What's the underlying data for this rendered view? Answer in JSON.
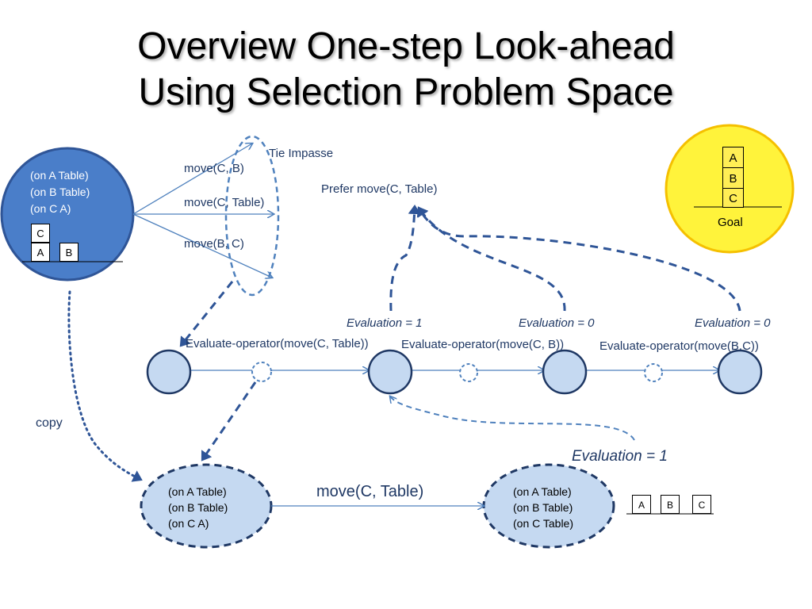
{
  "slide": {
    "title_line1": "Overview One-step Look-ahead",
    "title_line2": "Using Selection Problem Space"
  },
  "initial_state": {
    "lines": [
      "(on A Table)",
      "(on B Table)",
      "(on C A)"
    ],
    "blocks": {
      "top": "C",
      "left": "A",
      "right": "B"
    }
  },
  "goal": {
    "blocks": [
      "A",
      "B",
      "C"
    ],
    "label": "Goal"
  },
  "operators": [
    "move(C, B)",
    "move(C, Table)",
    "move(B, C)"
  ],
  "tie_impasse": "Tie Impasse",
  "prefer_label": "Prefer move(C, Table)",
  "evaluations": {
    "eval1": "Evaluation = 1",
    "eval2": "Evaluation = 0",
    "eval3": "Evaluation = 0",
    "bottom": "Evaluation = 1"
  },
  "evaluate_ops": [
    "Evaluate-operator(move(C, Table))",
    "Evaluate-operator(move(C, B))",
    "Evaluate-operator(move(B,C))"
  ],
  "copy_label": "copy",
  "copied_state": {
    "lines": [
      "(on A Table)",
      "(on B Table)",
      "(on C A)"
    ]
  },
  "move_label": "move(C, Table)",
  "result_state": {
    "lines": [
      "(on A Table)",
      "(on B Table)",
      "(on C Table)"
    ],
    "blocks": [
      "A",
      "B",
      "C"
    ]
  },
  "colors": {
    "blue_fill": "#4a7ec9",
    "blue_stroke": "#2f5597",
    "light_fill": "#c5d9f1",
    "line": "#4f81bd",
    "goal_fill": "#fff33b",
    "goal_stroke": "#f5c000",
    "text_dark": "#1f3864"
  }
}
